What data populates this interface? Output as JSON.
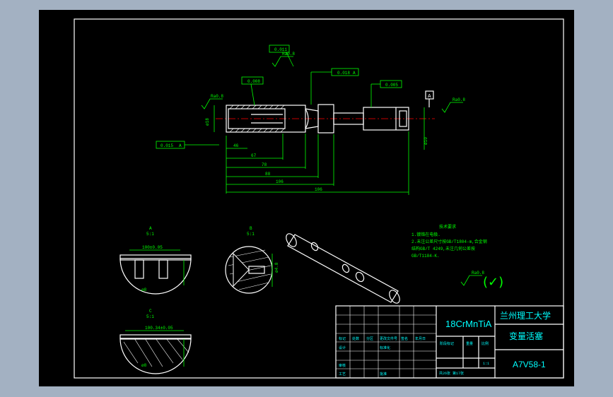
{
  "colors": {
    "background": "#000000",
    "outer_bg": "#a3b1c2",
    "frame": "#ffffff",
    "dimension": "#00ff00",
    "text_accent": "#00ffff",
    "centerline": "#ff0000"
  },
  "annotations": {
    "rough_top": "Ra0.8",
    "flatness": "0.011",
    "circ1": "0.008",
    "runout": "0.018",
    "runout_datum": "A",
    "circ2": "0.005",
    "datum": "A",
    "rough_right": "Ra0.8",
    "rough_left": "Ra0.8",
    "perp": "0.015",
    "perp_datum": "A",
    "rough_tail": "Ra0.8"
  },
  "dimensions": {
    "d1": "46",
    "d2": "67",
    "d3": "78",
    "d4": "88",
    "d5": "106"
  },
  "views": {
    "sec_a_label": "A",
    "sec_a_scale": "5:1",
    "sec_b_label": "B",
    "sec_b_scale": "5:1",
    "sec_c_label": "C",
    "sec_c_scale": "5:1",
    "sec_c_dim": "100.34±0.05"
  },
  "tech_requirements": {
    "title": "技术要求",
    "line1": "1.镀铬在电极.",
    "line2": "2.未注公差尺寸按GB/T1804-m,合金钢",
    "line3": "结构GB/T 4249,未注几何公差按",
    "line4": "GB/T1184-K."
  },
  "rough_symbol": "(✓)",
  "title_block": {
    "material": "18CrMnTiA",
    "school": "兰州理工大学",
    "part_name": "变量活塞",
    "drawing_no": "A7V58-1",
    "stage_label": "阶段标记",
    "weight_label": "重量",
    "scale_label": "比例",
    "scale": "1:1",
    "sheets": "共26张 第17张",
    "row1": [
      "标记",
      "处数",
      "分区",
      "更改文件号",
      "签名",
      "年月日"
    ],
    "row2": [
      "设计",
      "",
      "",
      "标准化",
      "",
      ""
    ],
    "row3": [
      "审核",
      "",
      "",
      "",
      "",
      ""
    ],
    "row4": [
      "工艺",
      "",
      "",
      "批准",
      "",
      ""
    ]
  }
}
